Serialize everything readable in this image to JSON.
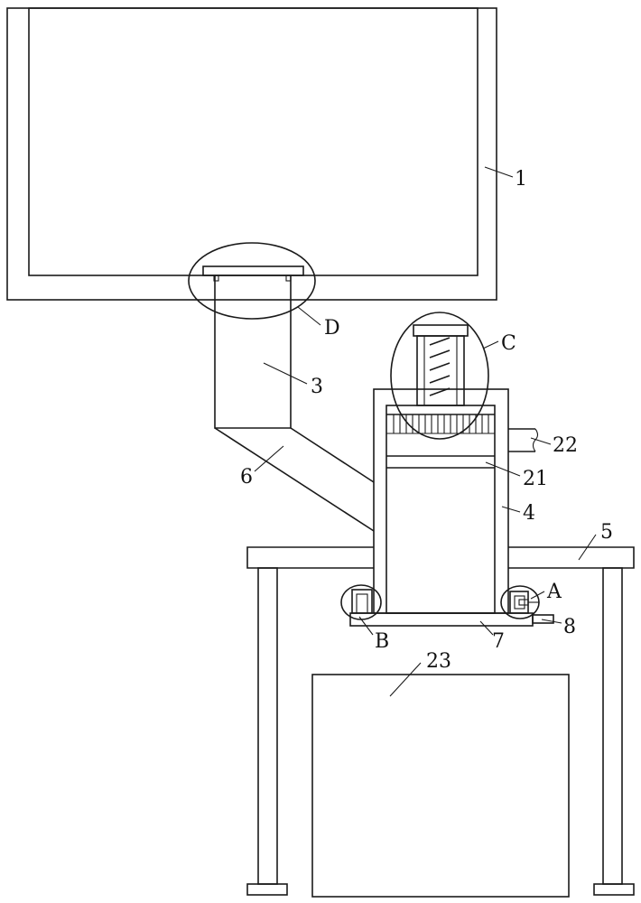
{
  "labels": {
    "l1": "1",
    "l3": "3",
    "l4": "4",
    "l5": "5",
    "l6": "6",
    "l7": "7",
    "l8": "8",
    "l21": "21",
    "l22": "22",
    "l23": "23",
    "lA": "A",
    "lB": "B",
    "lC": "C",
    "lD": "D"
  },
  "colors": {
    "line": "#1a1a1a",
    "background": "#ffffff"
  }
}
